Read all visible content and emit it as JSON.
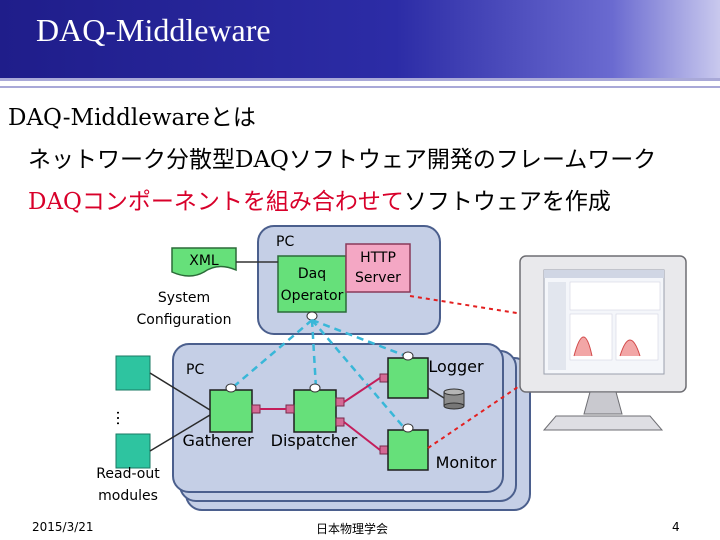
{
  "slide": {
    "title": "DAQ-Middleware",
    "bullet1": "DAQ-Middlewareとは",
    "bullet2": "ネットワーク分散型DAQソフトウェア開発のフレームワーク",
    "bullet3_red": "DAQコンポーネントを組み合わせて",
    "bullet3_black": "ソフトウェアを作成"
  },
  "diagram": {
    "pc_top_label": "PC",
    "xml_label": "XML",
    "system_config_line1": "System",
    "system_config_line2": "Configuration",
    "daq_operator_line1": "Daq",
    "daq_operator_line2": "Operator",
    "http_server_line1": "HTTP",
    "http_server_line2": "Server",
    "pc_bottom_label": "PC",
    "logger_label": "Logger",
    "gatherer_label": "Gatherer",
    "dispatcher_label": "Dispatcher",
    "monitor_label": "Monitor",
    "readout_line1": "Read-out",
    "readout_line2": "modules",
    "ellipsis": "…",
    "colors": {
      "pc_box": "#c5cfe6",
      "pc_border": "#4b5f8d",
      "component": "#66e07a",
      "http_server": "#f4a7c4",
      "xml_doc": "#66e07a",
      "readout": "#2ec4a0",
      "link_dashed": "#39b7d8",
      "link_magenta": "#c41e5b",
      "link_red": "#e32020"
    }
  },
  "footer": {
    "date": "2015/3/21",
    "org": "日本物理学会",
    "page": "4"
  }
}
